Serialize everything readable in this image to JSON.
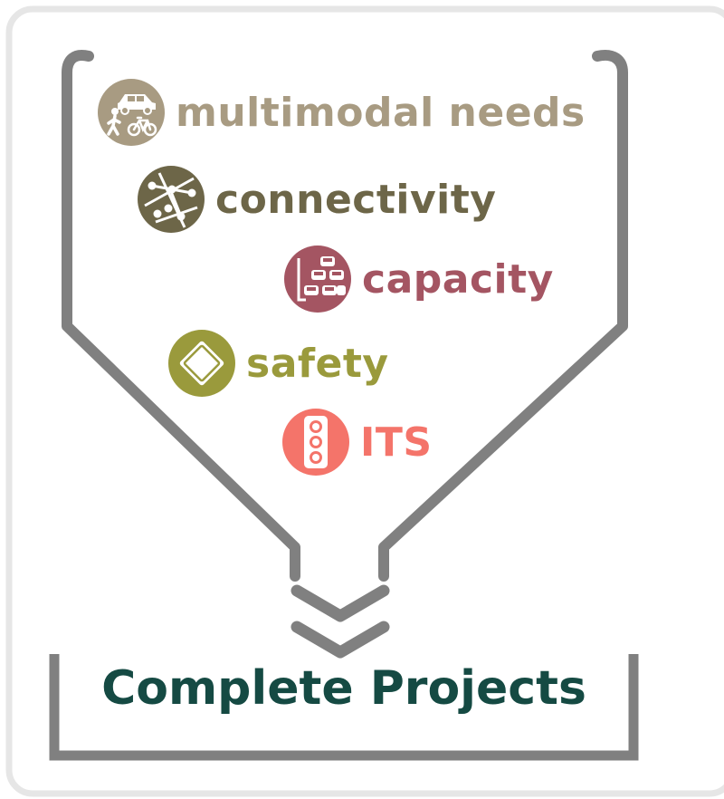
{
  "items": [
    {
      "label": "multimodal needs",
      "icon": "multimodal-icon",
      "color": "#a89b82"
    },
    {
      "label": "connectivity",
      "icon": "network-icon",
      "color": "#6d6648"
    },
    {
      "label": "capacity",
      "icon": "traffic-congestion-icon",
      "color": "#a45562"
    },
    {
      "label": "safety",
      "icon": "diamond-sign-icon",
      "color": "#9a9a3c"
    },
    {
      "label": "ITS",
      "icon": "traffic-light-icon",
      "color": "#f4746a"
    }
  ],
  "result": {
    "label": "Complete Projects",
    "color": "#154a43"
  },
  "colors": {
    "funnel": "#808080",
    "frame": "#e6e6e6"
  }
}
